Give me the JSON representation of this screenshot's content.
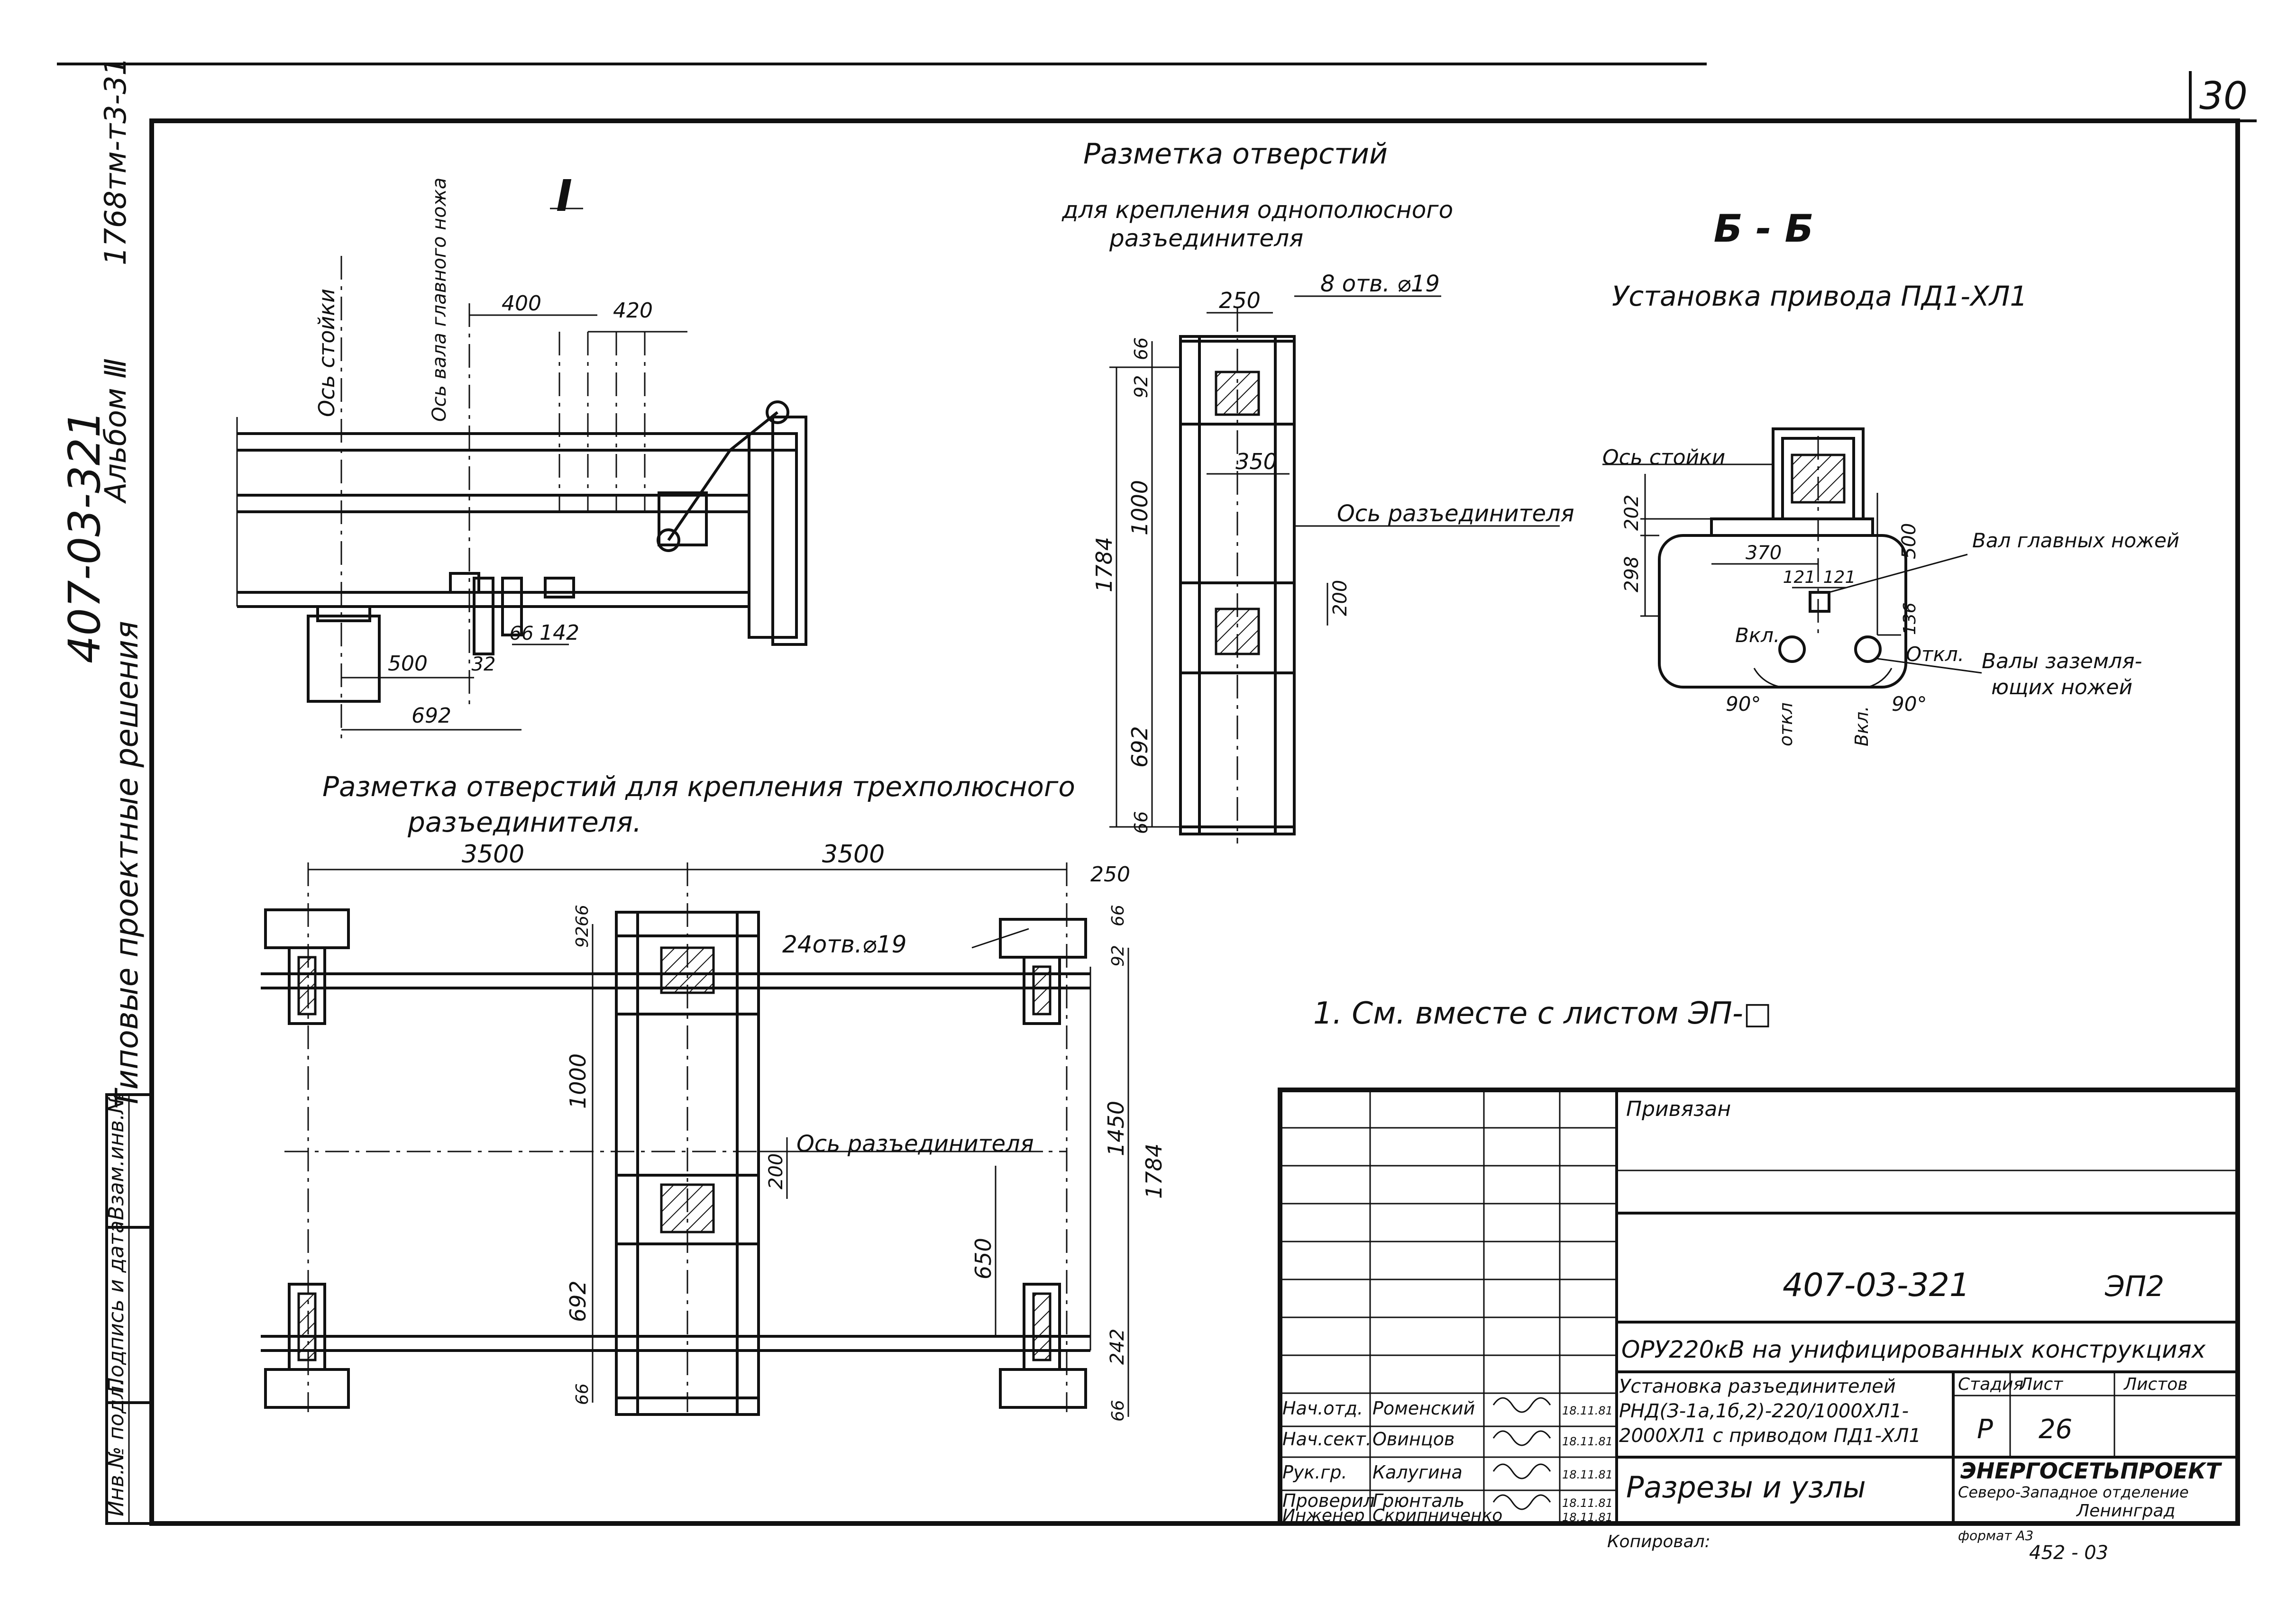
{
  "header": {
    "page_number": "30",
    "sheet_code_rotated": "1768тм-т3-31",
    "album": "Альбом Ⅲ",
    "project_number": "407-03-321",
    "series_title": "Типовые проектные решения"
  },
  "left_stamp": {
    "inv": "Инв.№ подл.",
    "sign_date": "Подпись и дата",
    "replace_inv": "Взам.инв.№"
  },
  "view_I": {
    "title": "I",
    "axis_post": "Ось стойки",
    "axis_shaft": "Ось вала главного ножа",
    "dims": [
      "400",
      "420",
      "500",
      "32",
      "66",
      "142",
      "692"
    ]
  },
  "view_single": {
    "title_line1": "Разметка отверстий",
    "title_line2": "для крепления однополюсного",
    "title_line3": "разъединителя",
    "holes": "8 отв. ⌀19",
    "axis": "Ось разъединителя",
    "dims": [
      "250",
      "350",
      "66",
      "92",
      "1000",
      "200",
      "1784",
      "692",
      "66"
    ]
  },
  "view_BB": {
    "title": "Б - Б",
    "subtitle": "Установка привода ПД1-ХЛ1",
    "axis_post": "Ось стойки",
    "main_shaft": "Вал главных ножей",
    "earth_shafts_1": "Валы заземля-",
    "earth_shafts_2": "ющих ножей",
    "on1": "Вкл.",
    "off1": "Откл.",
    "off2": "откл",
    "on2": "Вкл.",
    "angle": "90°",
    "dims": [
      "202",
      "298",
      "370",
      "121",
      "121",
      "500",
      "136"
    ]
  },
  "view_three": {
    "title_line1": "Разметка отверстий для крепления трехполюсного",
    "title_line2": "разъединителя.",
    "holes": "24отв.⌀19",
    "axis": "Ось разъединителя",
    "dims": [
      "3500",
      "3500",
      "250",
      "92",
      "66",
      "1000",
      "200",
      "692",
      "650",
      "1450",
      "1784",
      "242",
      "66",
      "66",
      "66",
      "92"
    ]
  },
  "note": "1. См. вместе с листом ЭП-□",
  "title_block": {
    "tied": "Привязан",
    "doc_number": "407-03-321",
    "sheet_code": "ЭП2",
    "project_name": "ОРУ220кВ на унифицированных конструкциях",
    "drawing_title": "Установка разъединителей РНД(З-1а,1б,2)-220/1000ХЛ1-2000ХЛ1 с приводом ПД1-ХЛ1",
    "drawing_subtitle": "Разрезы и узлы",
    "stage_label": "Стадия",
    "sheet_label": "Лист",
    "sheets_label": "Листов",
    "stage": "Р",
    "sheet": "26",
    "sheets": "",
    "org_name": "ЭНЕРГОСЕТЬПРОЕКТ",
    "org_branch": "Северо-Западное отделение",
    "org_city": "Ленинград",
    "roles": [
      {
        "role": "Нач.отд.",
        "name": "Роменский",
        "date": "18.11.81"
      },
      {
        "role": "Нач.сект.",
        "name": "Овинцов",
        "date": "18.11.81"
      },
      {
        "role": "Рук.гр.",
        "name": "Калугина",
        "date": "18.11.81"
      },
      {
        "role": "Проверил",
        "name": "Грюнталь",
        "date": "18.11.81"
      },
      {
        "role": "Инженер",
        "name": "Скрипниченко",
        "date": "18.11.81"
      }
    ],
    "copied": "Копировал:",
    "format": "формат А3",
    "sheet_id": "452 - 03"
  }
}
